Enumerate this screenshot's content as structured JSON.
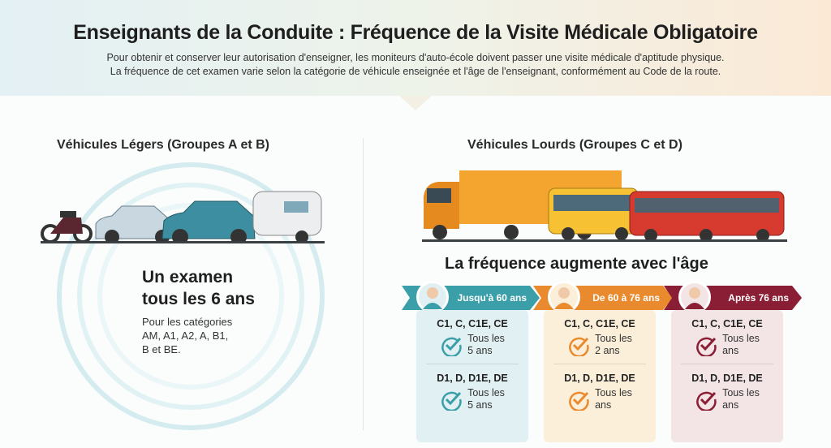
{
  "header": {
    "title": "Enseignants de la Conduite : Fréquence de la Visite Médicale Obligatoire",
    "line1": "Pour obtenir et conserver leur autorisation d'enseigner, les moniteurs d'auto-école doivent passer une visite médicale d'aptitude physique.",
    "line2": "La fréquence de cet examen varie selon la catégorie de véhicule enseignée et l'âge de l'enseignant, conformément au Code de la route."
  },
  "left": {
    "title": "Véhicules Légers (Groupes A et B)",
    "big1": "Un examen",
    "big2": "tous les 6 ans",
    "small1": "Pour les catégories",
    "small2": "AM, A1, A2, A, B1,",
    "small3": "B et BE."
  },
  "right": {
    "title": "Véhicules Lourds (Groupes C et D)",
    "freq_title": "La fréquence augmente avec l'âge",
    "groups": [
      {
        "label": "Jusqu'à 60 ans",
        "color": "#3a9fa8",
        "bg": "#e1f0f2",
        "c_cat": "C1, C, C1E, CE",
        "c_freq1": "Tous les",
        "c_freq2": "5 ans",
        "d_cat": "D1, D, D1E, DE",
        "d_freq1": "Tous les",
        "d_freq2": "5 ans"
      },
      {
        "label": "De 60 à 76 ans",
        "color": "#ea8a2e",
        "bg": "#fcefd9",
        "c_cat": "C1, C, C1E, CE",
        "c_freq1": "Tous les",
        "c_freq2": "2 ans",
        "d_cat": "D1, D, D1E, DE",
        "d_freq1": "Tous les",
        "d_freq2": "ans"
      },
      {
        "label": "Après 76 ans",
        "color": "#8a1e35",
        "bg": "#f3e4e6",
        "c_cat": "C1, C, C1E, CE",
        "c_freq1": "Tous les",
        "c_freq2": "ans",
        "d_cat": "D1, D, D1E, DE",
        "d_freq1": "Tous les",
        "d_freq2": "ans"
      }
    ]
  }
}
